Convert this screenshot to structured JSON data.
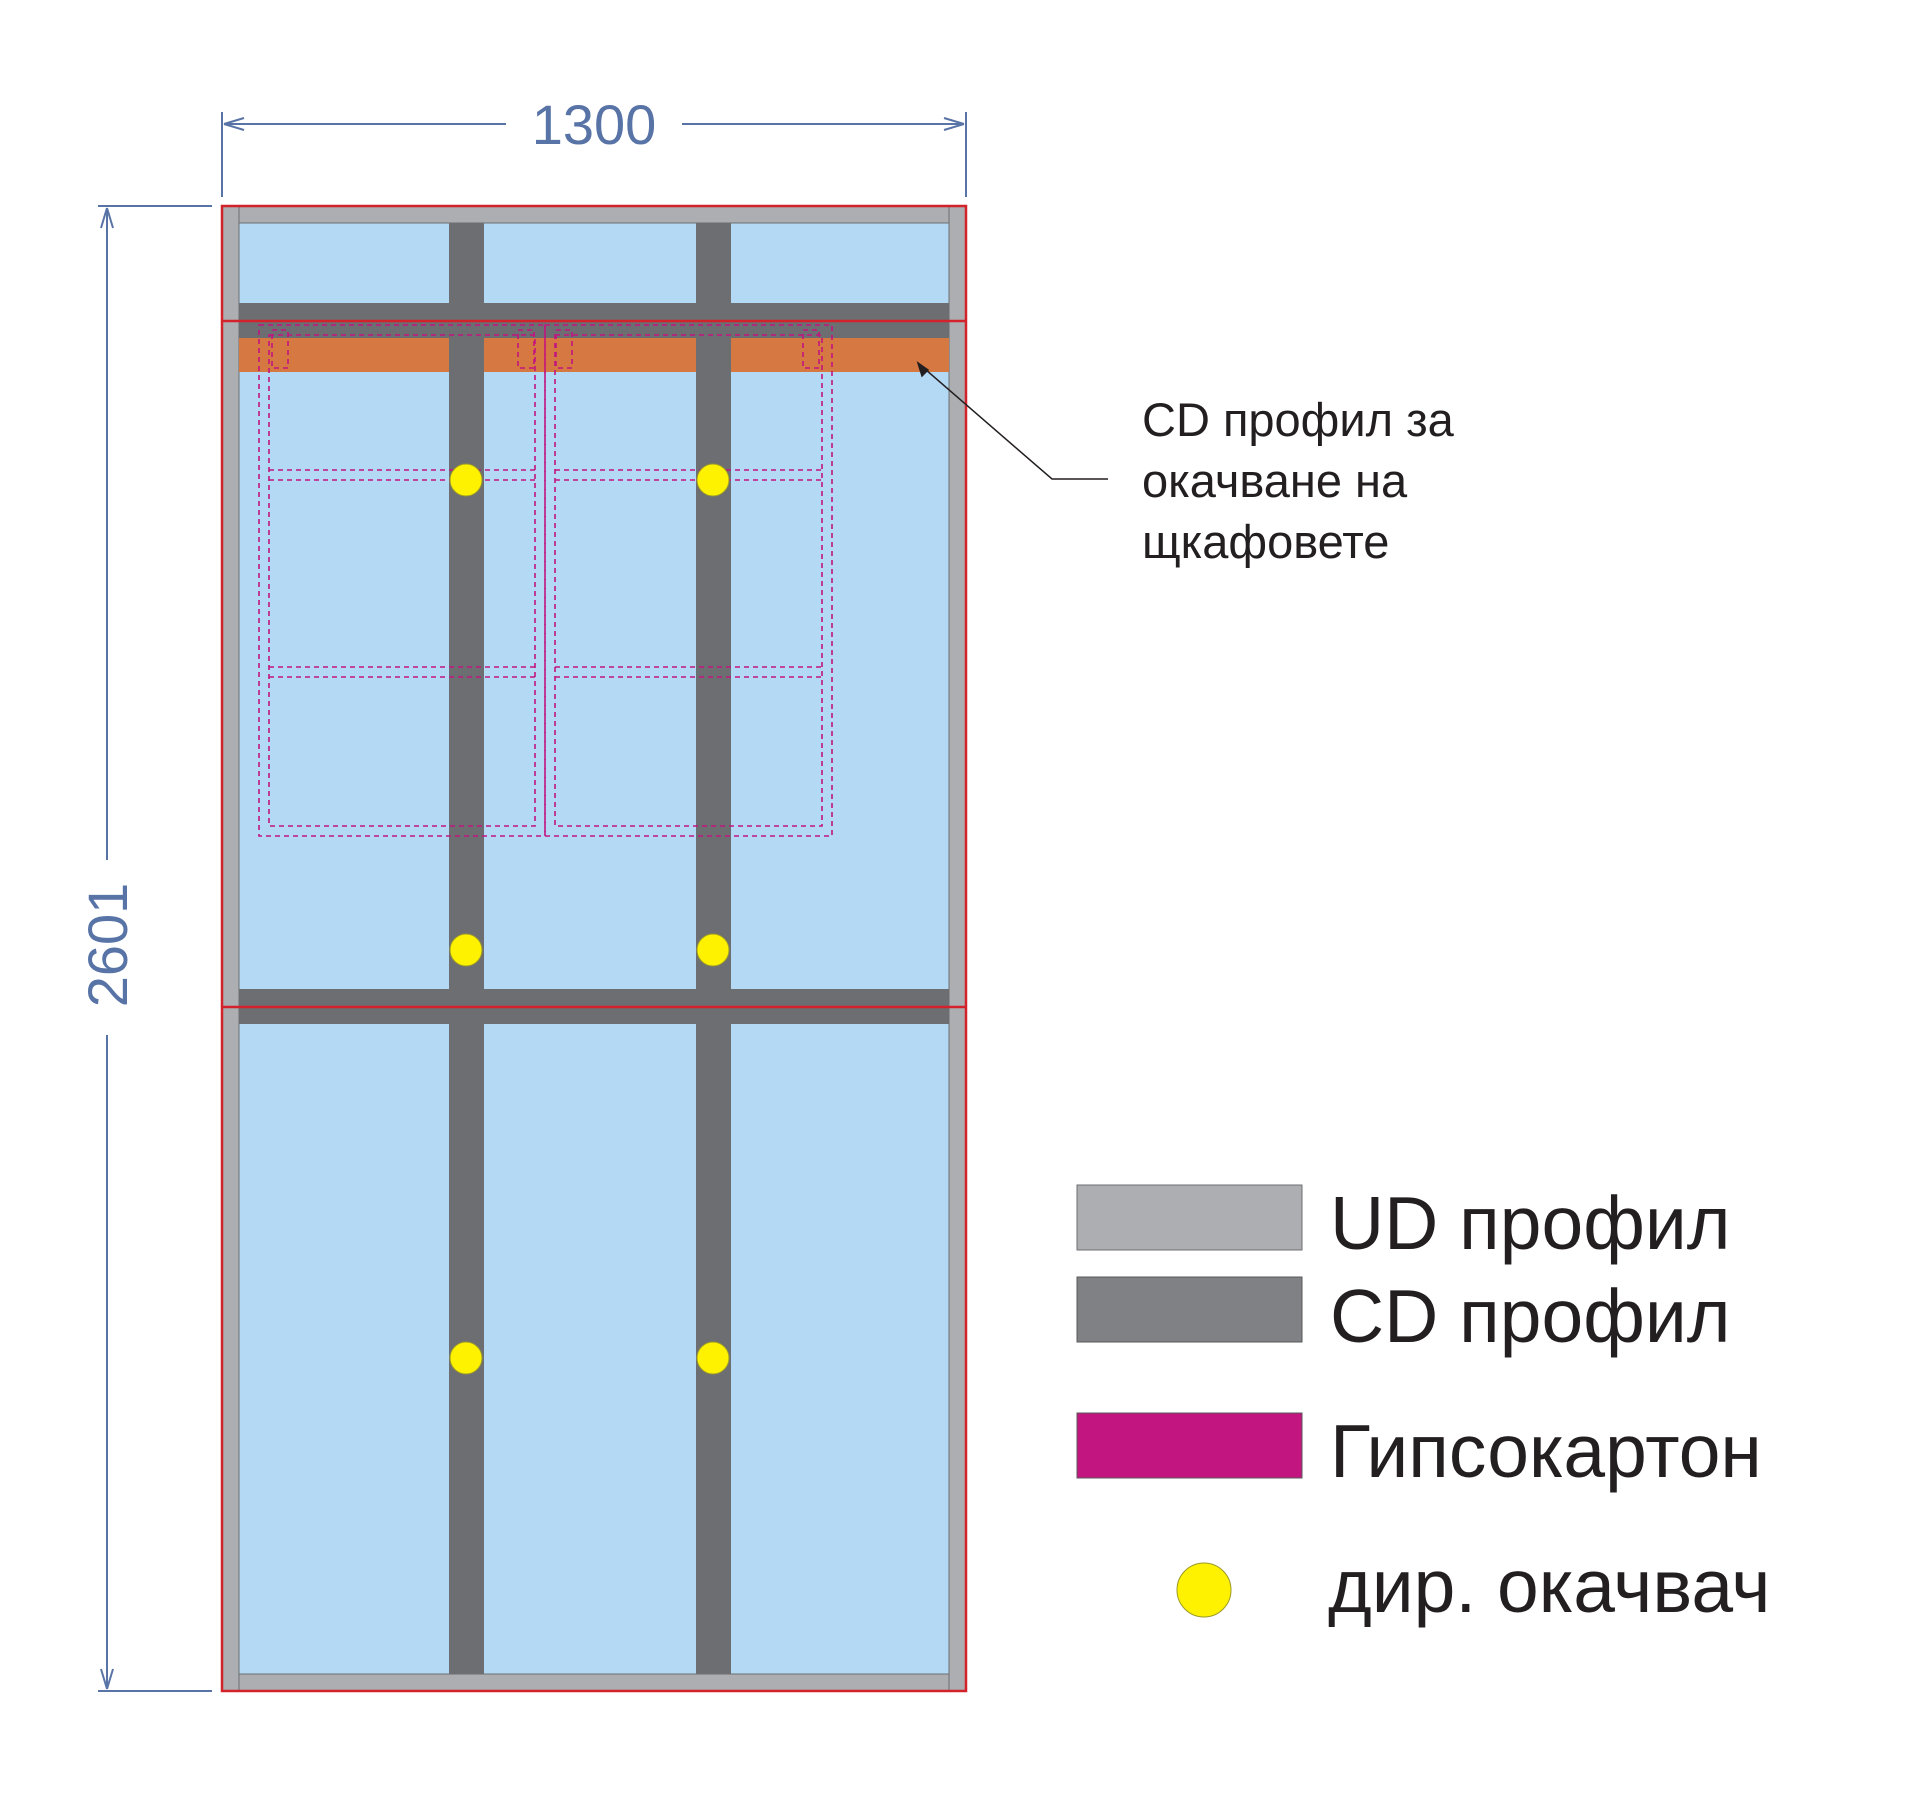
{
  "dimensions": {
    "width_label": "1300",
    "height_label": "2601"
  },
  "callout": {
    "lines": [
      "CD профил за",
      "окачване на",
      "щкафовете"
    ]
  },
  "legend": {
    "items": [
      {
        "key": "ud",
        "label": "UD профил",
        "color": "#adaeb1",
        "icon": "swatch"
      },
      {
        "key": "cd",
        "label": "CD профил",
        "color": "#808184",
        "icon": "swatch"
      },
      {
        "key": "gypsum",
        "label": "Гипсокартон",
        "color": "#c2157f",
        "icon": "swatch"
      },
      {
        "key": "hanger",
        "label": "дир. окачвач",
        "color": "#fff200",
        "icon": "circle"
      }
    ]
  },
  "colors": {
    "board_fill": "#b3d9f4",
    "ud_profile": "#adaeb1",
    "cd_profile": "#6d6e71",
    "cabinet_profile": "#d57842",
    "frame_border": "#d2232a",
    "cabinet_outline": "#c2157f",
    "dimension_line": "#5873a6",
    "hanger": "#fff200"
  }
}
